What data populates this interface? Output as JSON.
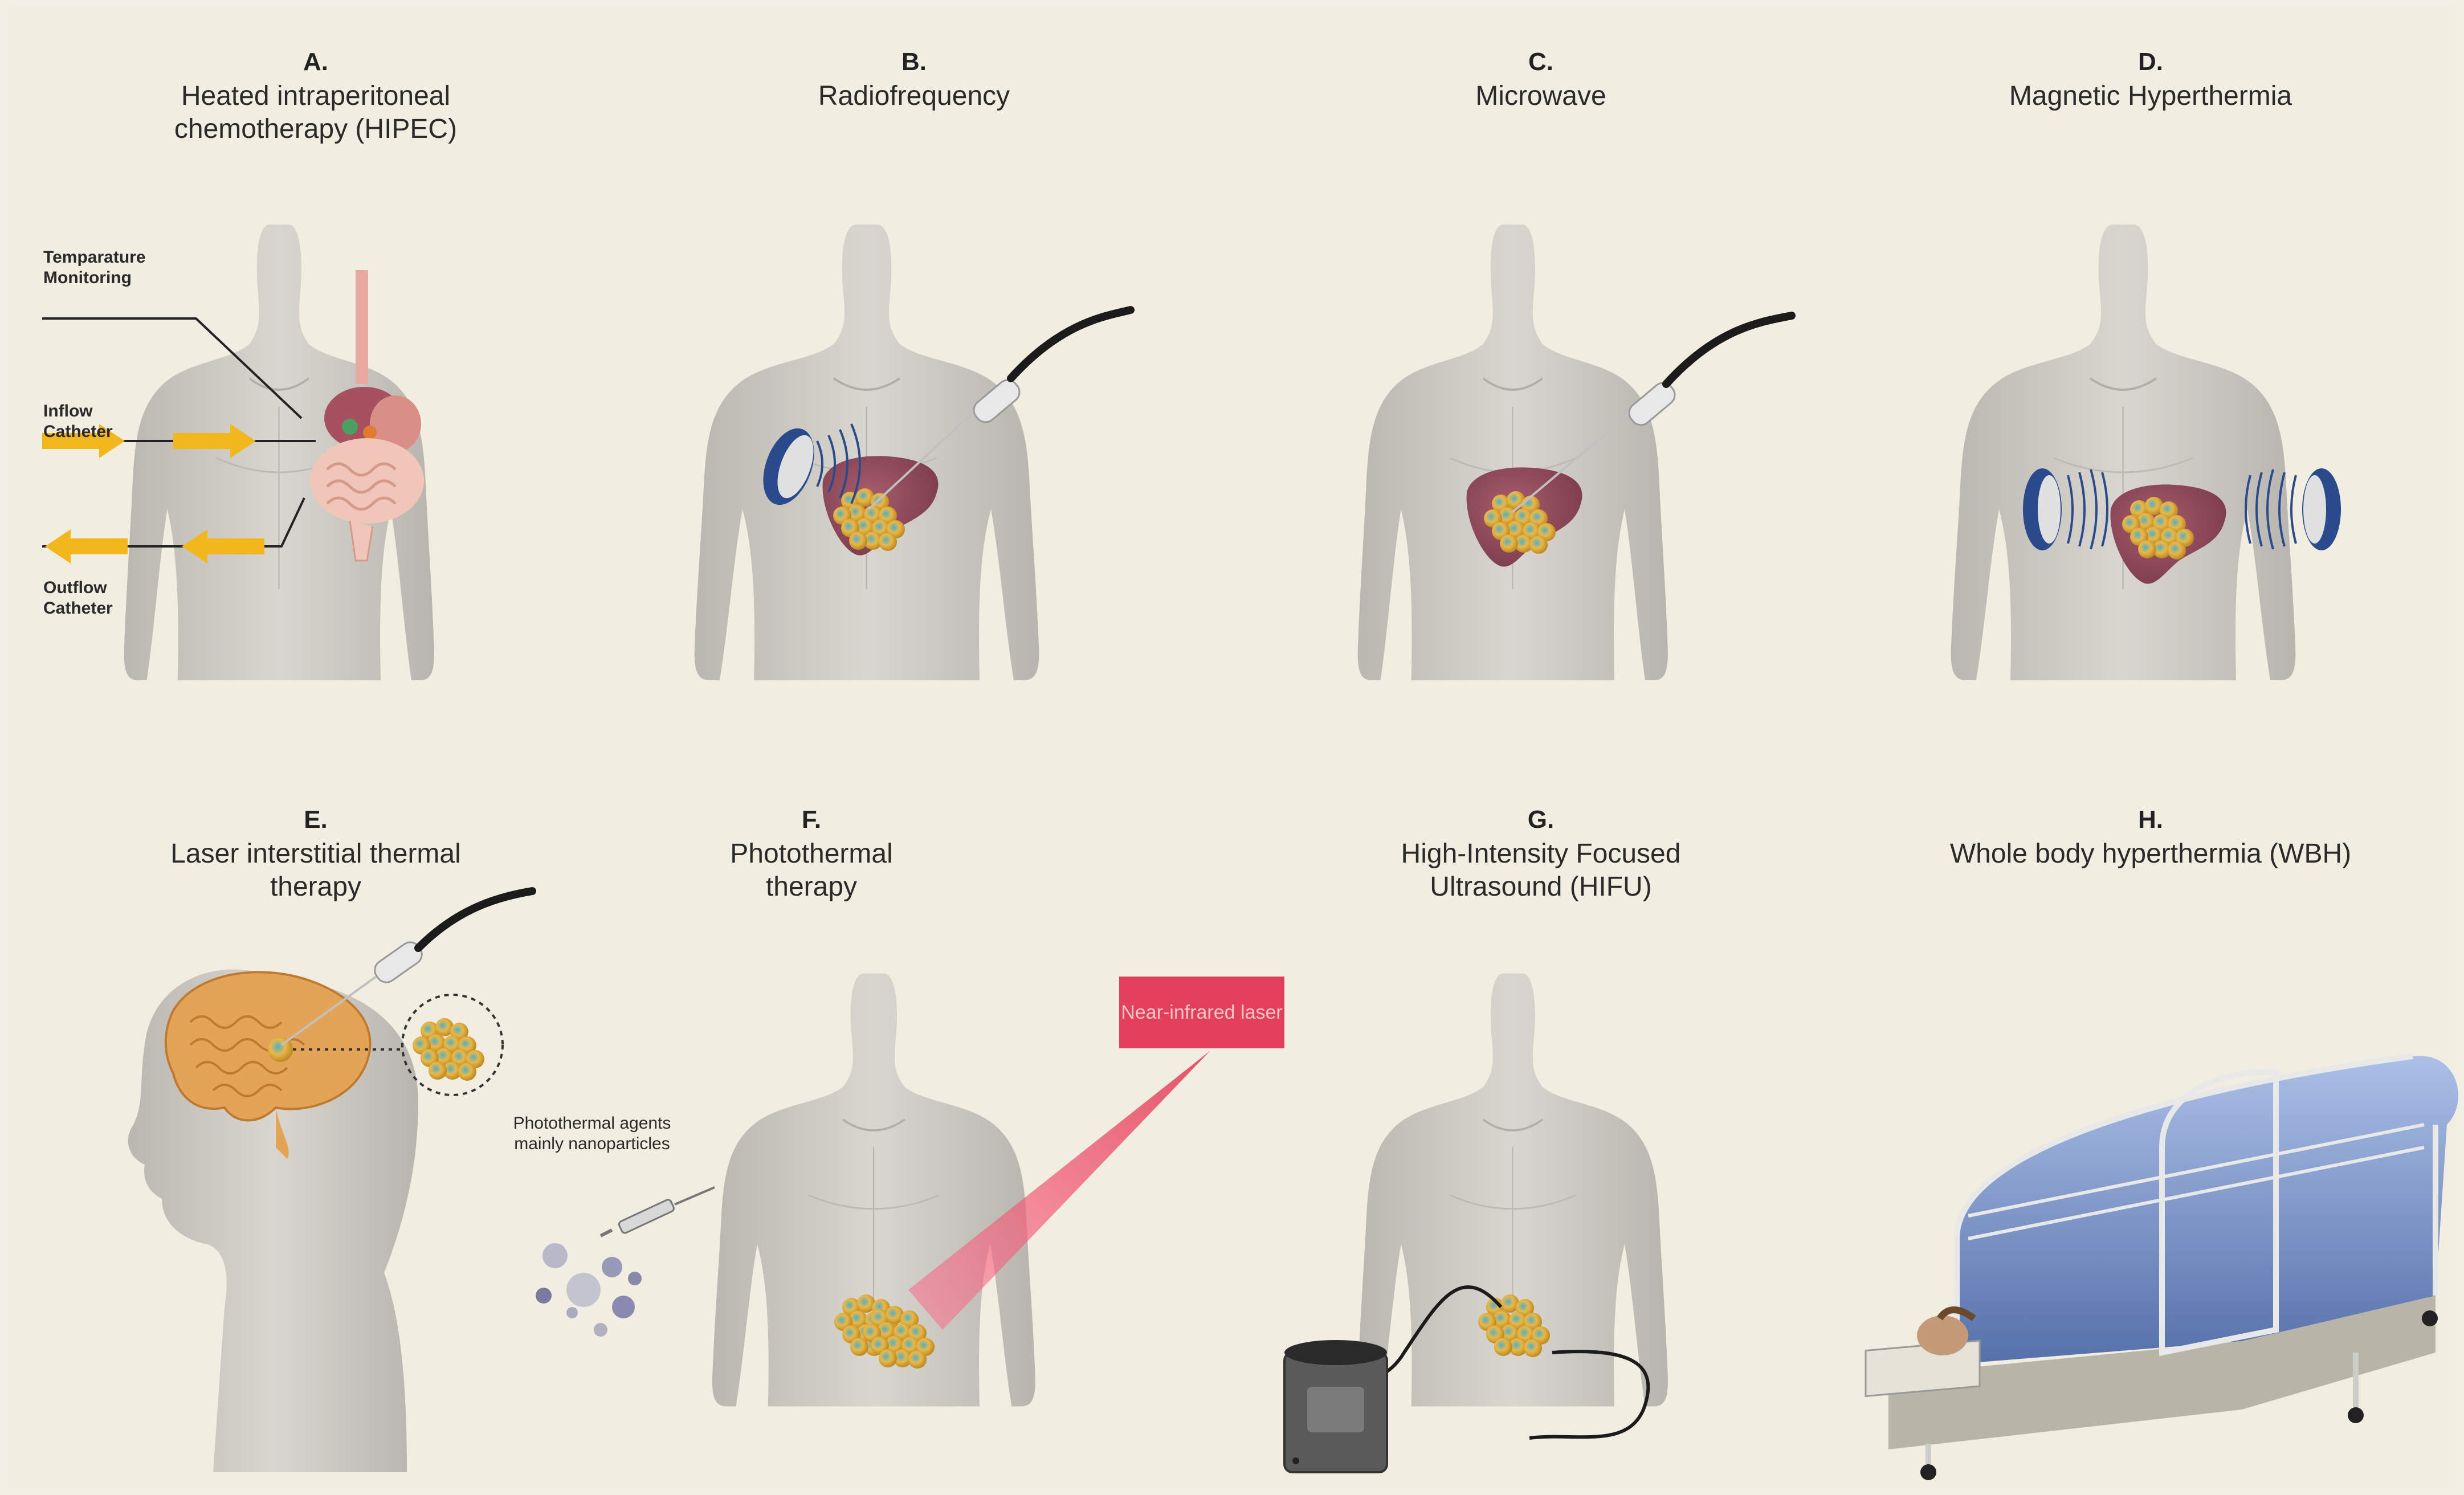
{
  "panels": [
    {
      "letter": "A.",
      "title": "Heated intraperitoneal chemotherapy (HIPEC)"
    },
    {
      "letter": "B.",
      "title": "Radiofrequency"
    },
    {
      "letter": "C.",
      "title": "Microwave"
    },
    {
      "letter": "D.",
      "title": "Magnetic Hyperthermia"
    },
    {
      "letter": "E.",
      "title": "Laser interstitial thermal therapy"
    },
    {
      "letter": "F.",
      "title": "Photothermal therapy"
    },
    {
      "letter": "G.",
      "title": "High-Intensity Focused Ultrasound (HIFU)"
    },
    {
      "letter": "H.",
      "title": "Whole body hyperthermia (WBH)"
    }
  ],
  "callouts": {
    "temperature_monitoring": "Temparature Monitoring",
    "inflow_catheter": "Inflow Catheter",
    "outflow_catheter": "Outflow Catheter",
    "photothermal_agents": "Photothermal agents mainly nanoparticles",
    "near_infrared_laser": "Near-infrared laser"
  },
  "colors": {
    "background": "#f1ede1",
    "body": "#cfcdc6",
    "liver": "#8e4a5a",
    "arrow": "#f2b71c",
    "coil": "#2b4a8c",
    "laser": "#e2405a"
  }
}
